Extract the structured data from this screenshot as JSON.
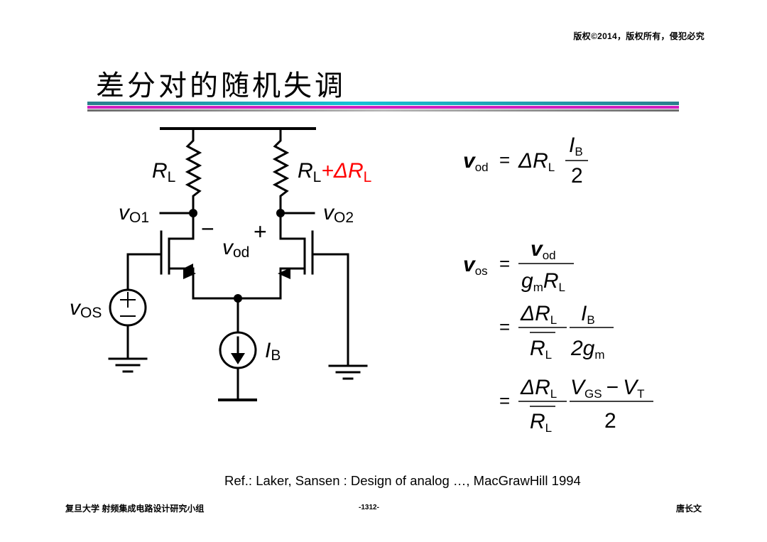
{
  "header": {
    "copyright": "版权©2014，版权所有，侵犯必究"
  },
  "slide": {
    "title": "差分对的随机失调",
    "reference": "Ref.: Laker, Sansen : Design of analog …, MacGrawHill 1994"
  },
  "circuit": {
    "rl_left": {
      "main": "R",
      "sub": "L"
    },
    "rl_right": {
      "main": "R",
      "sub": "L",
      "delta_text": "+ΔR",
      "delta_sub": "L"
    },
    "vo1": {
      "main": "v",
      "sub": "O1"
    },
    "vo2": {
      "main": "v",
      "sub": "O2"
    },
    "vod": {
      "main": "v",
      "sub": "od"
    },
    "vos": {
      "main": "v",
      "sub": "OS"
    },
    "ib": {
      "main": "I",
      "sub": "B"
    },
    "minus": "−",
    "plus": "+",
    "delta_color": "#ff0000"
  },
  "equations": {
    "eq1": {
      "lhs": "v",
      "lhs_sub": "od",
      "rel": "=",
      "delta_r": "ΔR",
      "delta_r_sub": "L",
      "num": "I",
      "num_sub": "B",
      "den": "2"
    },
    "eq2": {
      "lhs": "v",
      "lhs_sub": "os",
      "rel": "=",
      "num": "v",
      "num_sub": "od",
      "den_g": "g",
      "den_g_sub": "m",
      "den_r": "R",
      "den_r_sub": "L"
    },
    "eq3": {
      "rel": "=",
      "num1": "ΔR",
      "num1_sub": "L",
      "den1": "R",
      "den1_sub": "L",
      "num2": "I",
      "num2_sub": "B",
      "den2": "2g",
      "den2_sub": "m"
    },
    "eq4": {
      "rel": "=",
      "num1": "ΔR",
      "num1_sub": "L",
      "den1": "R",
      "den1_sub": "L",
      "vgs": "V",
      "vgs_sub": "GS",
      "op": "−",
      "vt": "V",
      "vt_sub": "T",
      "den2": "2"
    }
  },
  "footer": {
    "left": "复旦大学   射频集成电路设计研究小组",
    "center": "-1312-",
    "right": "唐长文"
  }
}
